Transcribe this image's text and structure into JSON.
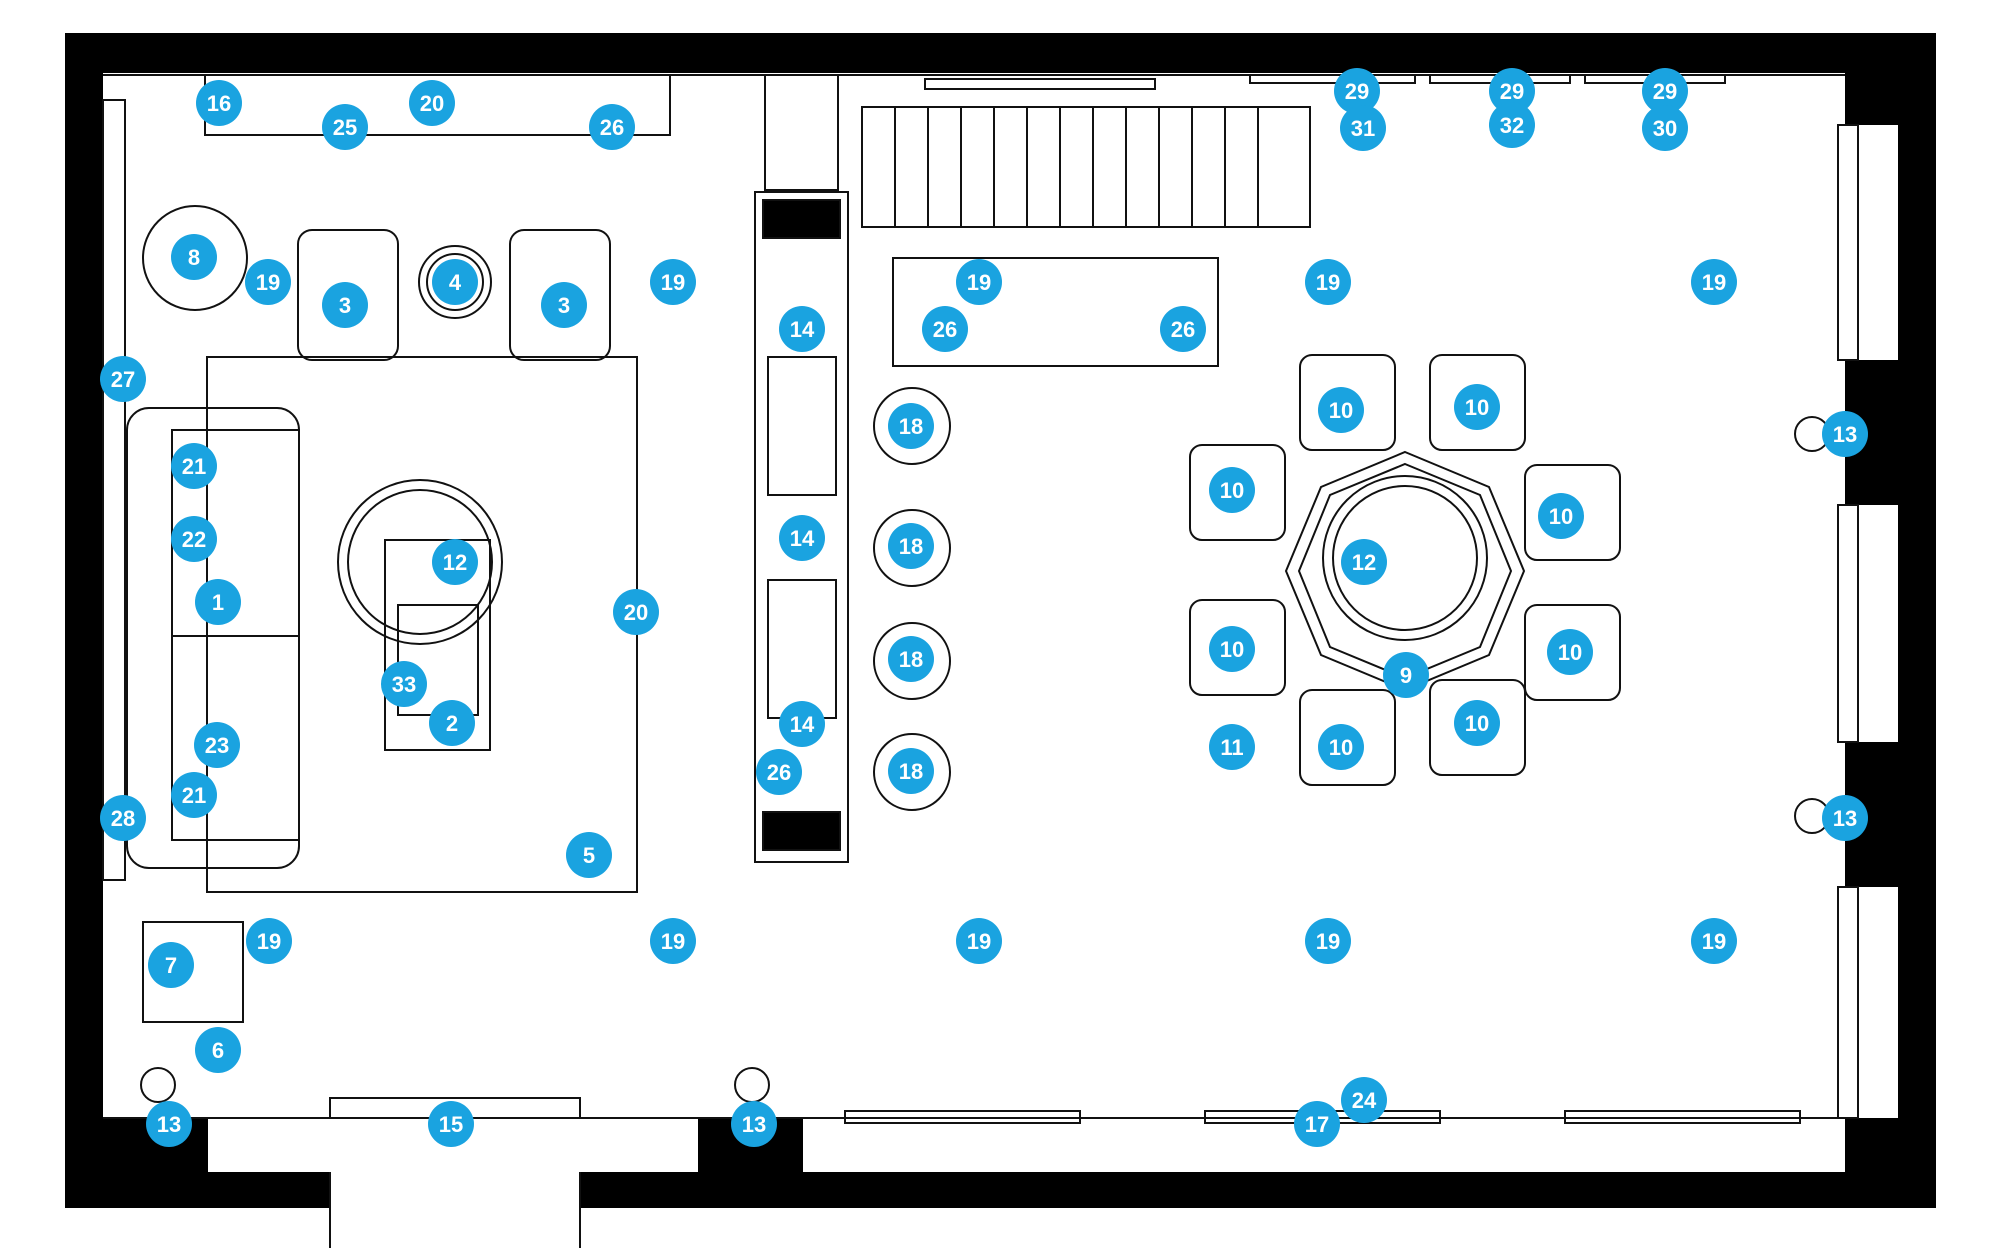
{
  "colors": {
    "wall": "#000000",
    "line": "#111111",
    "marker": "#1aa3e0",
    "marker_text": "#ffffff",
    "background": "#ffffff"
  },
  "markers": [
    {
      "n": "16"
    },
    {
      "n": "20"
    },
    {
      "n": "25"
    },
    {
      "n": "26"
    },
    {
      "n": "29"
    },
    {
      "n": "29"
    },
    {
      "n": "29"
    },
    {
      "n": "31"
    },
    {
      "n": "32"
    },
    {
      "n": "30"
    },
    {
      "n": "8"
    },
    {
      "n": "19"
    },
    {
      "n": "3"
    },
    {
      "n": "4"
    },
    {
      "n": "3"
    },
    {
      "n": "19"
    },
    {
      "n": "14"
    },
    {
      "n": "19"
    },
    {
      "n": "26"
    },
    {
      "n": "26"
    },
    {
      "n": "19"
    },
    {
      "n": "19"
    },
    {
      "n": "27"
    },
    {
      "n": "18"
    },
    {
      "n": "10"
    },
    {
      "n": "10"
    },
    {
      "n": "13"
    },
    {
      "n": "21"
    },
    {
      "n": "10"
    },
    {
      "n": "10"
    },
    {
      "n": "22"
    },
    {
      "n": "14"
    },
    {
      "n": "18"
    },
    {
      "n": "12"
    },
    {
      "n": "12"
    },
    {
      "n": "1"
    },
    {
      "n": "20"
    },
    {
      "n": "10"
    },
    {
      "n": "10"
    },
    {
      "n": "18"
    },
    {
      "n": "9"
    },
    {
      "n": "33"
    },
    {
      "n": "2"
    },
    {
      "n": "14"
    },
    {
      "n": "10"
    },
    {
      "n": "10"
    },
    {
      "n": "23"
    },
    {
      "n": "11"
    },
    {
      "n": "26"
    },
    {
      "n": "18"
    },
    {
      "n": "21"
    },
    {
      "n": "28"
    },
    {
      "n": "13"
    },
    {
      "n": "5"
    },
    {
      "n": "7"
    },
    {
      "n": "19"
    },
    {
      "n": "19"
    },
    {
      "n": "19"
    },
    {
      "n": "19"
    },
    {
      "n": "19"
    },
    {
      "n": "6"
    },
    {
      "n": "24"
    },
    {
      "n": "13"
    },
    {
      "n": "15"
    },
    {
      "n": "13"
    },
    {
      "n": "17"
    }
  ]
}
